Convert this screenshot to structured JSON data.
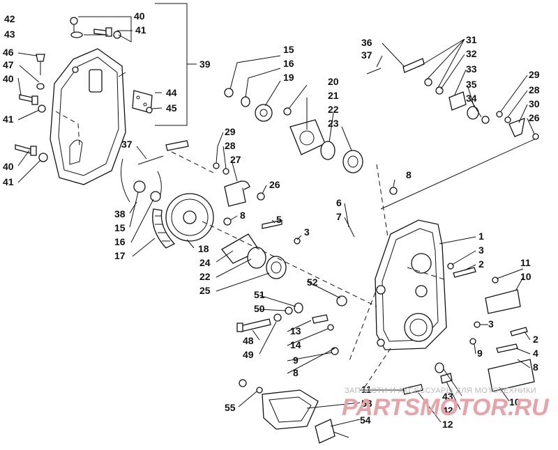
{
  "diagram": {
    "callouts": [
      "1",
      "2",
      "3",
      "4",
      "5",
      "6",
      "7",
      "8",
      "9",
      "10",
      "11",
      "12",
      "13",
      "14",
      "15",
      "16",
      "17",
      "18",
      "19",
      "20",
      "21",
      "22",
      "23",
      "24",
      "25",
      "26",
      "27",
      "28",
      "29",
      "30",
      "31",
      "32",
      "33",
      "34",
      "35",
      "36",
      "37",
      "38",
      "39",
      "40",
      "41",
      "42",
      "43",
      "44",
      "45",
      "46",
      "47",
      "48",
      "49",
      "50",
      "51",
      "52",
      "53",
      "54",
      "55"
    ],
    "labels": {
      "l42": "42",
      "l40a": "40",
      "l43": "43",
      "l41a": "41",
      "l39": "39",
      "l46": "46",
      "l47": "47",
      "l40b": "40",
      "l41b": "41",
      "l44": "44",
      "l45": "45",
      "l40c": "40",
      "l41c": "41",
      "l37a": "37",
      "l38": "38",
      "l15a": "15",
      "l16a": "16",
      "l17": "17",
      "l18": "18",
      "l15b": "15",
      "l16b": "16",
      "l19": "19",
      "l20": "20",
      "l21": "21",
      "l22a": "22",
      "l23": "23",
      "l29a": "29",
      "l28a": "28",
      "l27": "27",
      "l26a": "26",
      "l8a": "8",
      "l5": "5",
      "l3a": "3",
      "l24": "24",
      "l22b": "22",
      "l25": "25",
      "l36": "36",
      "l37b": "37",
      "l31": "31",
      "l32": "32",
      "l33": "33",
      "l35": "35",
      "l34": "34",
      "l29b": "29",
      "l28b": "28",
      "l30": "30",
      "l26b": "26",
      "l8b": "8",
      "l6": "6",
      "l7": "7",
      "l1": "1",
      "l3b": "3",
      "l2a": "2",
      "l11a": "11",
      "l10a": "10",
      "l3c": "3",
      "l2b": "2",
      "l4": "4",
      "l9a": "9",
      "l8c": "8",
      "l51": "51",
      "l52": "52",
      "l50": "50",
      "l13": "13",
      "l14": "14",
      "l9b": "9",
      "l48": "48",
      "l49": "49",
      "l8d": "8",
      "l55": "55",
      "l11b": "11",
      "l53": "53",
      "l43b": "43",
      "l42b": "42",
      "l10b": "10",
      "l12": "12",
      "l54": "54"
    }
  },
  "watermark": {
    "caption": "ЗАПЧАСТИ И АКСЕССУАРЫ ДЛЯ МОТОТЕХНИКИ",
    "logo": "PARTSMOTOR.RU",
    "logo_color": "#e8a3a8",
    "caption_color": "#b9b9b9"
  }
}
